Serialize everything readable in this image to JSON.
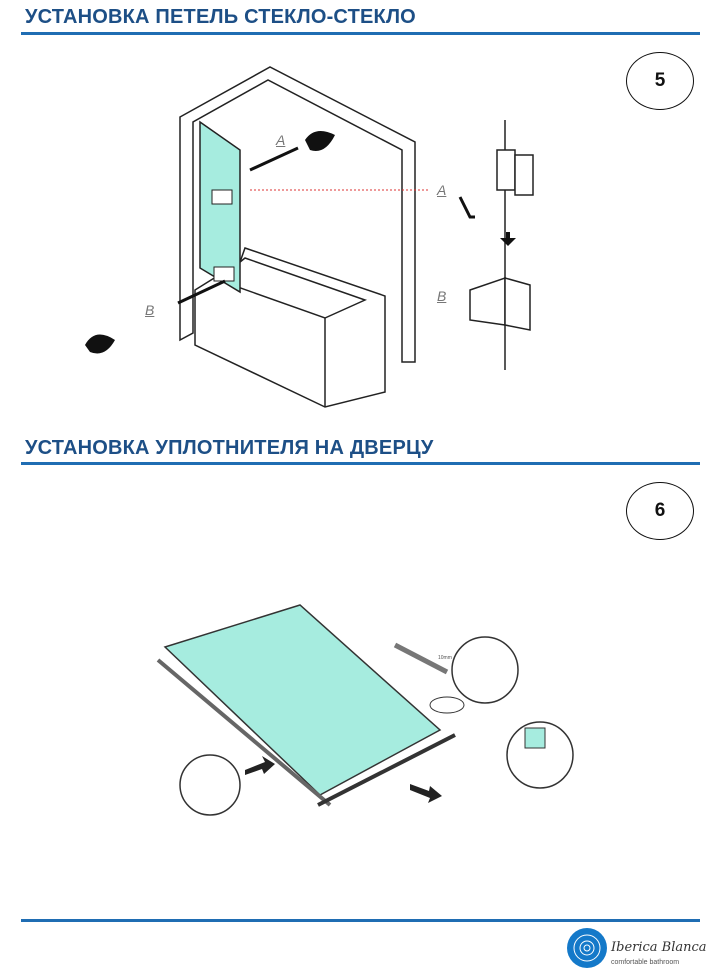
{
  "sections": [
    {
      "title": "УСТАНОВКА ПЕТЕЛЬ СТЕКЛО-СТЕКЛО",
      "step": "5",
      "labels": {
        "a": "A",
        "b": "B"
      }
    },
    {
      "title": "УСТАНОВКА УПЛОТНИТЕЛЯ НА ДВЕРЦУ",
      "step": "6",
      "measure": "10mm"
    }
  ],
  "logo": {
    "name": "Iberica Blanca",
    "tagline": "comfortable bathroom"
  },
  "colors": {
    "heading": "#1d4f86",
    "rule": "#1f6db3",
    "glass": "#a6ecdf"
  }
}
